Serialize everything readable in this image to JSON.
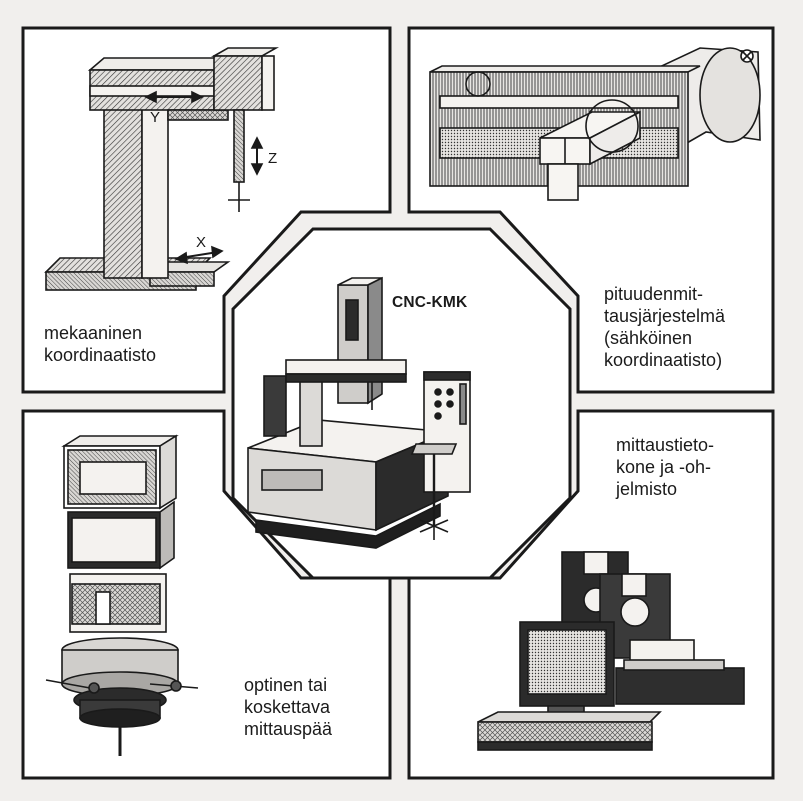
{
  "center": {
    "title": "CNC-KMK"
  },
  "panels": {
    "top_left": {
      "label": "mekaaninen\nkoordinaatisto",
      "axes": {
        "x": "X",
        "y": "Y",
        "z": "Z"
      }
    },
    "top_right": {
      "label": "pituudenmit-\ntausjärjestelmä\n(sähköinen\nkoordinaatisto)"
    },
    "bottom_left": {
      "label": "optinen tai\nkoskettava\nmittauspää"
    },
    "bottom_right": {
      "label": "mittaustieto-\nkone ja -oh-\njelmisto"
    }
  },
  "colors": {
    "background": "#f1efed",
    "line": "#1a1a1a",
    "fill_dark": "#2b2b2b",
    "fill_mid": "#8a8a8a",
    "fill_light": "#cfcdca"
  }
}
